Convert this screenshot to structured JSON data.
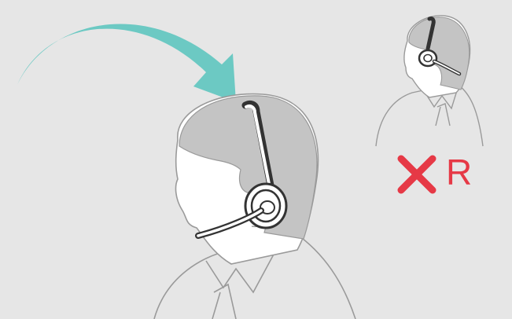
{
  "colors": {
    "background": "#e6e6e6",
    "arrow": "#6cc9c3",
    "hair": "#c4c4c4",
    "outline": "#9a9a9a",
    "face": "#ffffff",
    "headset": "#333333",
    "wrong": "#e63946"
  },
  "figures": {
    "main": {
      "label": "headset-worn-correctly"
    },
    "inset": {
      "label": "headset-worn-wrong-side"
    }
  },
  "wrong_marker": {
    "icon": "cross-icon",
    "side_letter": "R"
  }
}
